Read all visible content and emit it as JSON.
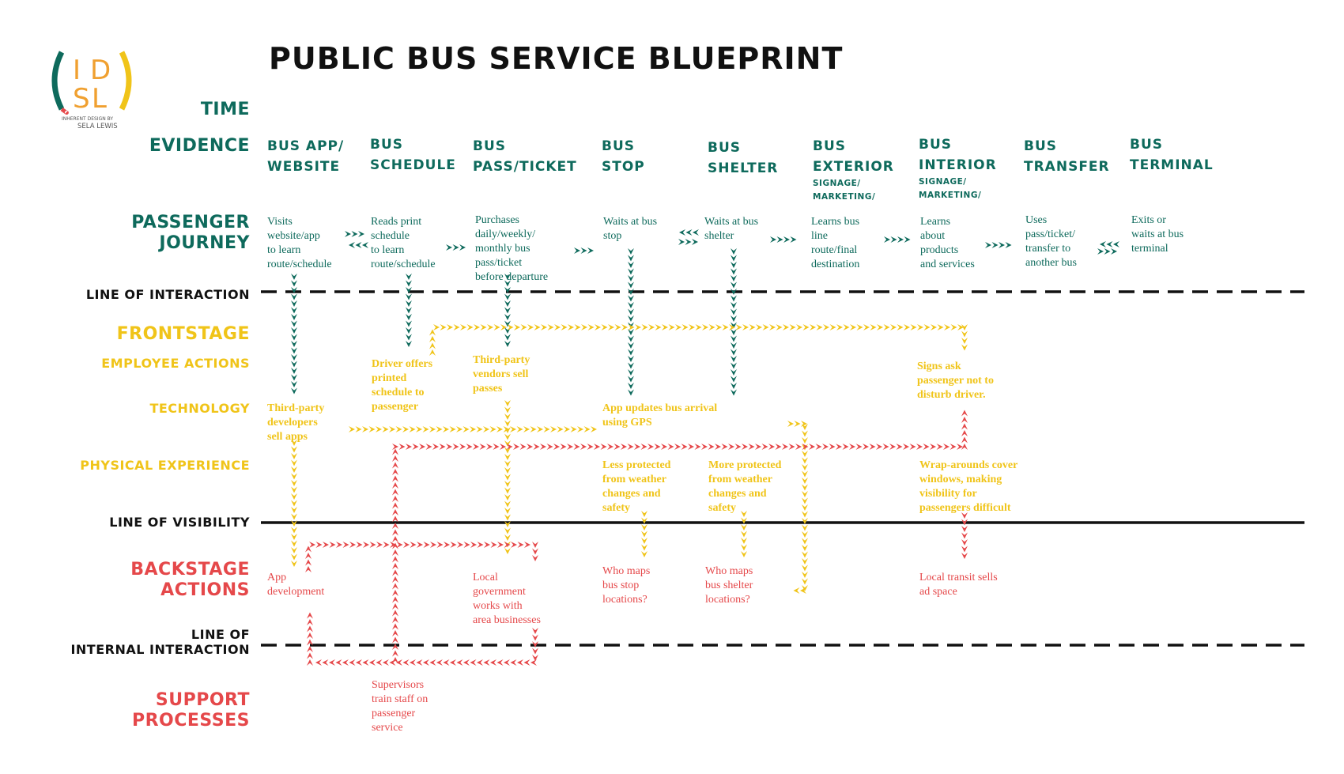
{
  "title": "PUBLIC BUS SERVICE BLUEPRINT",
  "logo": {
    "letters": [
      "I",
      "D",
      "S",
      "L"
    ],
    "tagline_1": "INHERENT DESIGN BY",
    "tagline_2": "SELA LEWIS"
  },
  "row_labels": {
    "time": "TIME",
    "evidence": "EVIDENCE",
    "passenger_journey_1": "PASSENGER",
    "passenger_journey_2": "JOURNEY",
    "line_of_interaction": "LINE OF INTERACTION",
    "frontstage": "FRONTSTAGE",
    "employee_actions": "EMPLOYEE ACTIONS",
    "technology": "TECHNOLOGY",
    "physical_experience": "PHYSICAL EXPERIENCE",
    "line_of_visibility": "LINE OF VISIBILITY",
    "backstage_actions_1": "BACKSTAGE",
    "backstage_actions_2": "ACTIONS",
    "line_of_internal_interaction_1": "LINE OF",
    "line_of_internal_interaction_2": "INTERNAL INTERACTION",
    "support_processes_1": "SUPPORT",
    "support_processes_2": "PROCESSES"
  },
  "evidence": [
    {
      "line1": "BUS APP/",
      "line2": "WEBSITE",
      "sub1": "",
      "sub2": ""
    },
    {
      "line1": "BUS",
      "line2": "SCHEDULE",
      "sub1": "",
      "sub2": ""
    },
    {
      "line1": "BUS",
      "line2": "PASS/TICKET",
      "sub1": "",
      "sub2": ""
    },
    {
      "line1": "BUS",
      "line2": "STOP",
      "sub1": "",
      "sub2": ""
    },
    {
      "line1": "BUS",
      "line2": "SHELTER",
      "sub1": "",
      "sub2": ""
    },
    {
      "line1": "BUS",
      "line2": "EXTERIOR",
      "sub1": "SIGNAGE/",
      "sub2": "MARKETING/"
    },
    {
      "line1": "BUS",
      "line2": "INTERIOR",
      "sub1": "SIGNAGE/",
      "sub2": "MARKETING/"
    },
    {
      "line1": "BUS",
      "line2": "TRANSFER",
      "sub1": "",
      "sub2": ""
    },
    {
      "line1": "BUS",
      "line2": "TERMINAL",
      "sub1": "",
      "sub2": ""
    }
  ],
  "journey": [
    {
      "lines": [
        "Visits",
        "website/app",
        "to learn",
        "route/schedule"
      ]
    },
    {
      "lines": [
        "Reads print",
        "schedule",
        "to learn",
        "route/schedule"
      ]
    },
    {
      "lines": [
        "Purchases",
        "daily/weekly/",
        "monthly bus",
        "pass/ticket",
        "before departure"
      ]
    },
    {
      "lines": [
        "Waits at bus",
        "stop"
      ]
    },
    {
      "lines": [
        "Waits at bus",
        "shelter"
      ]
    },
    {
      "lines": [
        "Learns bus",
        "line",
        "route/final",
        "destination"
      ]
    },
    {
      "lines": [
        "Learns",
        "about",
        "products",
        "and services"
      ]
    },
    {
      "lines": [
        "Uses",
        "pass/ticket/",
        "transfer to",
        "another bus"
      ]
    },
    {
      "lines": [
        "Exits or",
        "waits at bus",
        "terminal"
      ]
    }
  ],
  "frontstage": {
    "driver_offers": [
      "Driver offers",
      "printed",
      "schedule to",
      "passenger"
    ],
    "third_party_vendors": [
      "Third-party",
      "vendors sell",
      "passes"
    ],
    "signs_ask": [
      "Signs ask",
      "passenger not to",
      "disturb driver."
    ],
    "third_party_developers": [
      "Third-party",
      "developers",
      "sell apps"
    ],
    "app_updates": [
      "App updates bus arrival",
      "using GPS"
    ],
    "less_protected": [
      "Less protected",
      "from weather",
      "changes and",
      "safety"
    ],
    "more_protected": [
      "More protected",
      "from weather",
      "changes and",
      "safety"
    ],
    "wrap_arounds": [
      "Wrap-arounds cover",
      "windows, making",
      "visibility for",
      "passengers difficult"
    ]
  },
  "backstage": {
    "app_development": [
      "App",
      "development"
    ],
    "local_government": [
      "Local",
      "government",
      "works with",
      "area businesses"
    ],
    "who_maps_stop": [
      "Who maps",
      "bus stop",
      "locations?"
    ],
    "who_maps_shelter": [
      "Who maps",
      "bus shelter",
      "locations?"
    ],
    "local_transit": [
      "Local transit sells",
      "ad space"
    ]
  },
  "support": {
    "supervisors": [
      "Supervisors",
      "train staff on",
      "passenger",
      "service"
    ]
  },
  "colors": {
    "teal": "#0e6a5c",
    "yellow": "#f0c419",
    "red": "#e5484a",
    "black": "#111111"
  }
}
